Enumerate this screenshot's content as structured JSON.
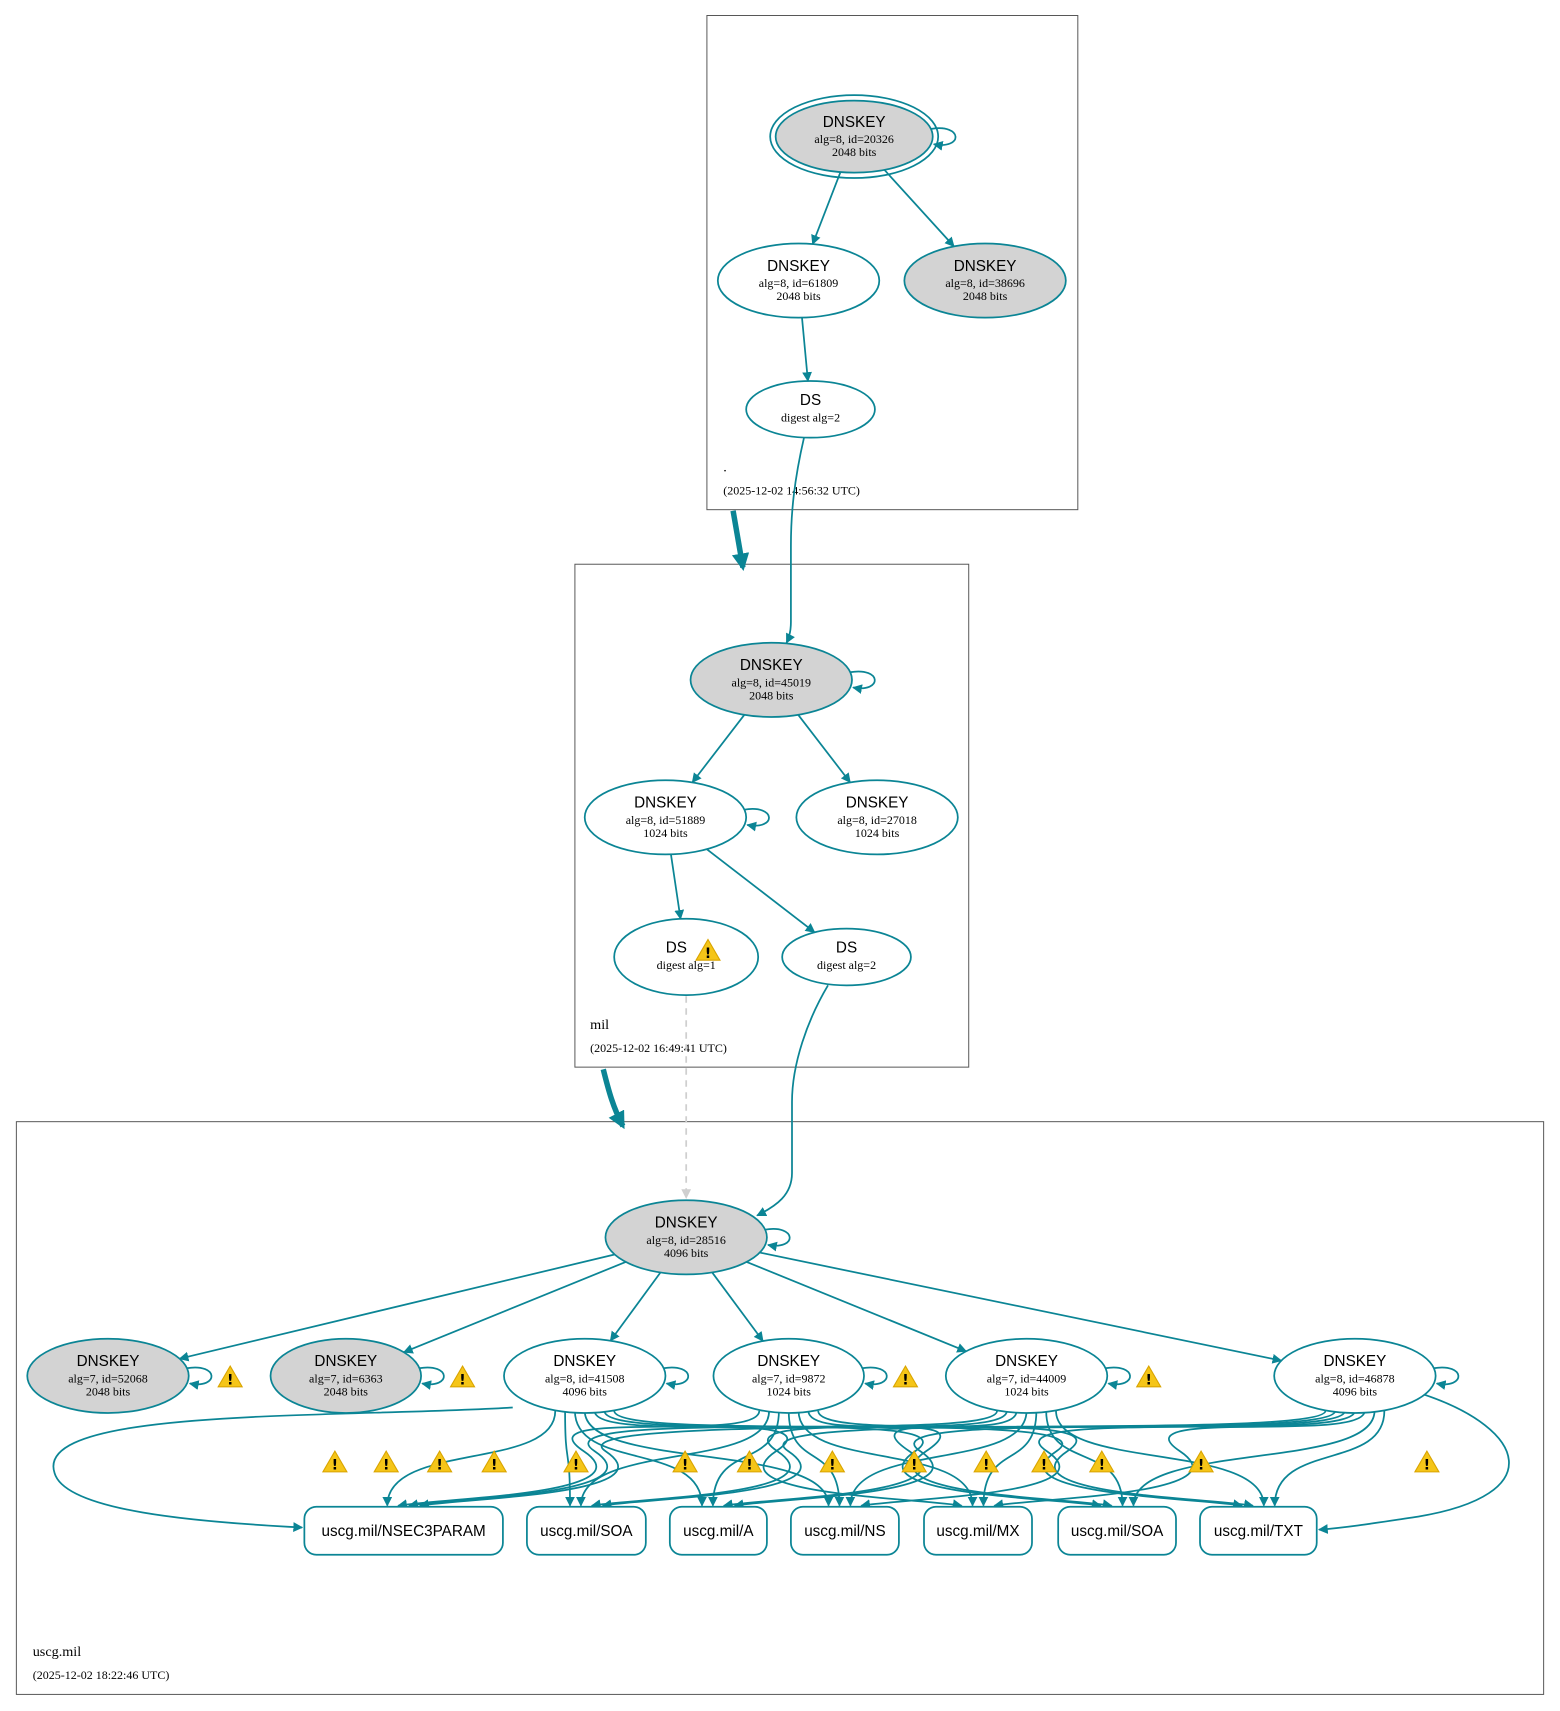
{
  "colors": {
    "edge": "#0b8595",
    "secure_key_fill": "#d3d3d3",
    "node_fill": "#ffffff",
    "warning": "#f5c518",
    "dashed": "#cfcfcf"
  },
  "zones": [
    {
      "id": "root",
      "name": ".",
      "timestamp": "(2025-12-02 14:56:32 UTC)"
    },
    {
      "id": "mil",
      "name": "mil",
      "timestamp": "(2025-12-02 16:49:41 UTC)"
    },
    {
      "id": "uscg",
      "name": "uscg.mil",
      "timestamp": "(2025-12-02 18:22:46 UTC)"
    }
  ],
  "nodes": [
    {
      "id": "k20326",
      "zone": "root",
      "type": "DNSKEY",
      "title": "DNSKEY",
      "line1": "alg=8, id=20326",
      "line2": "2048 bits",
      "sep": true,
      "trust_anchor": true
    },
    {
      "id": "k61809",
      "zone": "root",
      "type": "DNSKEY",
      "title": "DNSKEY",
      "line1": "alg=8, id=61809",
      "line2": "2048 bits",
      "sep": false
    },
    {
      "id": "k38696",
      "zone": "root",
      "type": "DNSKEY",
      "title": "DNSKEY",
      "line1": "alg=8, id=38696",
      "line2": "2048 bits",
      "sep": true
    },
    {
      "id": "dsroot",
      "zone": "root",
      "type": "DS",
      "title": "DS",
      "line1": "digest alg=2",
      "sep": false
    },
    {
      "id": "k45019",
      "zone": "mil",
      "type": "DNSKEY",
      "title": "DNSKEY",
      "line1": "alg=8, id=45019",
      "line2": "2048 bits",
      "sep": true
    },
    {
      "id": "k51889",
      "zone": "mil",
      "type": "DNSKEY",
      "title": "DNSKEY",
      "line1": "alg=8, id=51889",
      "line2": "1024 bits",
      "sep": false
    },
    {
      "id": "k27018",
      "zone": "mil",
      "type": "DNSKEY",
      "title": "DNSKEY",
      "line1": "alg=8, id=27018",
      "line2": "1024 bits",
      "sep": false
    },
    {
      "id": "ds1",
      "zone": "mil",
      "type": "DS",
      "title": "DS",
      "line1": "digest alg=1",
      "sep": false,
      "warning": true
    },
    {
      "id": "ds2",
      "zone": "mil",
      "type": "DS",
      "title": "DS",
      "line1": "digest alg=2",
      "sep": false
    },
    {
      "id": "k28516",
      "zone": "uscg",
      "type": "DNSKEY",
      "title": "DNSKEY",
      "line1": "alg=8, id=28516",
      "line2": "4096 bits",
      "sep": true
    },
    {
      "id": "k52068",
      "zone": "uscg",
      "type": "DNSKEY",
      "title": "DNSKEY",
      "line1": "alg=7, id=52068",
      "line2": "2048 bits",
      "sep": true,
      "warning": true
    },
    {
      "id": "k6363",
      "zone": "uscg",
      "type": "DNSKEY",
      "title": "DNSKEY",
      "line1": "alg=7, id=6363",
      "line2": "2048 bits",
      "sep": true,
      "warning": true
    },
    {
      "id": "k41508",
      "zone": "uscg",
      "type": "DNSKEY",
      "title": "DNSKEY",
      "line1": "alg=8, id=41508",
      "line2": "4096 bits",
      "sep": false
    },
    {
      "id": "k9872",
      "zone": "uscg",
      "type": "DNSKEY",
      "title": "DNSKEY",
      "line1": "alg=7, id=9872",
      "line2": "1024 bits",
      "sep": false,
      "warning": true
    },
    {
      "id": "k44009",
      "zone": "uscg",
      "type": "DNSKEY",
      "title": "DNSKEY",
      "line1": "alg=7, id=44009",
      "line2": "1024 bits",
      "sep": false,
      "warning": true
    },
    {
      "id": "k46878",
      "zone": "uscg",
      "type": "DNSKEY",
      "title": "DNSKEY",
      "line1": "alg=8, id=46878",
      "line2": "4096 bits",
      "sep": false
    }
  ],
  "rrsets": [
    {
      "id": "r_nsec3param",
      "label": "uscg.mil/NSEC3PARAM"
    },
    {
      "id": "r_soa1",
      "label": "uscg.mil/SOA"
    },
    {
      "id": "r_a",
      "label": "uscg.mil/A"
    },
    {
      "id": "r_ns",
      "label": "uscg.mil/NS"
    },
    {
      "id": "r_mx",
      "label": "uscg.mil/MX"
    },
    {
      "id": "r_soa2",
      "label": "uscg.mil/SOA"
    },
    {
      "id": "r_txt",
      "label": "uscg.mil/TXT"
    }
  ],
  "edges": [
    [
      "k20326",
      "k20326"
    ],
    [
      "k20326",
      "k61809"
    ],
    [
      "k20326",
      "k38696"
    ],
    [
      "k61809",
      "dsroot"
    ],
    [
      "dsroot",
      "k45019"
    ],
    [
      "k45019",
      "k45019"
    ],
    [
      "k45019",
      "k51889"
    ],
    [
      "k45019",
      "k27018"
    ],
    [
      "k51889",
      "k51889"
    ],
    [
      "k51889",
      "ds1"
    ],
    [
      "k51889",
      "ds2"
    ],
    [
      "ds2",
      "k28516"
    ],
    [
      "k28516",
      "k28516"
    ],
    [
      "k28516",
      "k52068"
    ],
    [
      "k28516",
      "k6363"
    ],
    [
      "k28516",
      "k41508"
    ],
    [
      "k28516",
      "k9872"
    ],
    [
      "k28516",
      "k44009"
    ],
    [
      "k28516",
      "k46878"
    ],
    [
      "k52068",
      "k52068"
    ],
    [
      "k6363",
      "k6363"
    ],
    [
      "k41508",
      "k41508"
    ],
    [
      "k9872",
      "k9872"
    ],
    [
      "k44009",
      "k44009"
    ],
    [
      "k46878",
      "k46878"
    ]
  ],
  "dashed_edges": [
    [
      "ds1",
      "k28516"
    ]
  ],
  "delegations": [
    [
      "root",
      "mil"
    ],
    [
      "mil",
      "uscg"
    ]
  ],
  "signers": [
    "k41508",
    "k9872",
    "k44009",
    "k46878"
  ],
  "rrsig_warning_count": 14
}
